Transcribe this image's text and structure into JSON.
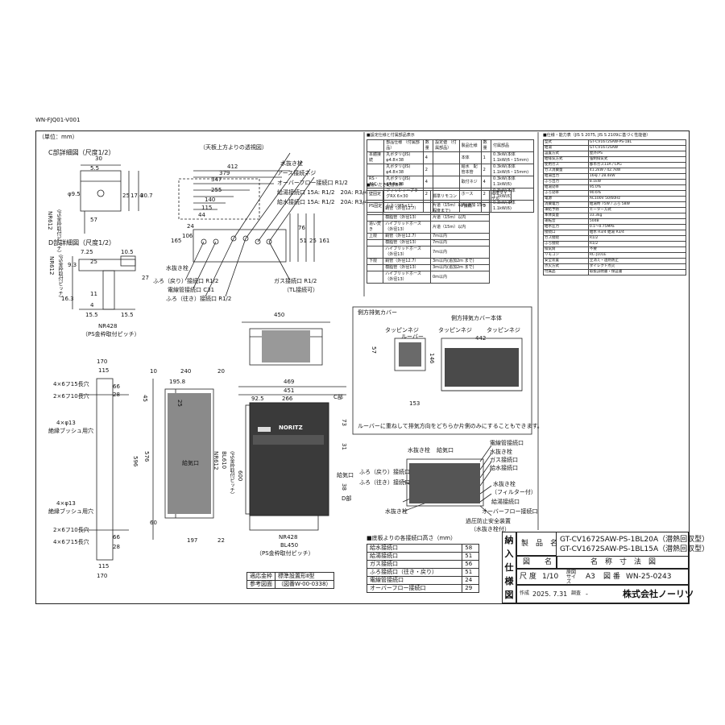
{
  "doc_code": "WN-FJQ01-V001",
  "unit_label": "（単位：mm）",
  "sections": {
    "c_detail": "C部詳細図（尺度1/2）",
    "d_detail": "D部詳細図（尺度1/2）",
    "top_view": "（天板上方よりの透視図）",
    "side_exhaust": "側方排気カバー",
    "side_exhaust_body": "側方排気カバー本体",
    "louver_note": "ルーバーに重ねして排気方向をどちらか片側のみにすることもできます。",
    "connection_heights_title": "■底板よりの各接続口高さ（mm）",
    "spec_title": "■仕様・能力表（JIS S 2075, JIS S 2109に基づく性能値）",
    "std_spec_title": "■設定仕様と付属部品表示",
    "bath_title": "■追いだき配管条件"
  },
  "dims": {
    "c_30": "30",
    "c_55": "5.5",
    "c_phi95": "φ9.5",
    "c_25": "25",
    "c_174": "17.4",
    "c_307": "30.7",
    "c_57": "57",
    "c_nr612": "NR612",
    "c_nr612sub": "（PS金枠取付ピッチ）",
    "d_725": "7.25",
    "d_105": "10.5",
    "d_93": "9.3",
    "d_25": "25",
    "d_27": "27",
    "d_163": "16.3",
    "d_11": "11",
    "d_4": "4",
    "d_155a": "15.5",
    "d_155b": "15.5",
    "d_nr612": "NR612",
    "d_nr612sub": "（PS金枠取付ピッチ）",
    "d_nr428": "NR428",
    "d_nr428sub": "（PS金枠取付ピッチ）",
    "t_412": "412",
    "t_379": "379",
    "t_347": "347",
    "t_255": "255",
    "t_140": "140",
    "t_115": "115",
    "t_44": "44",
    "t_165": "165",
    "t_106": "106",
    "t_24": "24",
    "t_76": "76",
    "t_161": "161",
    "t_51": "51",
    "t_25": "25",
    "f_450": "450",
    "f_469": "469",
    "f_451": "451",
    "f_925": "92.5",
    "f_266": "266",
    "f_73": "73",
    "f_31": "31",
    "f_38": "38",
    "f_600": "600",
    "f_nr612": "NR612",
    "f_bl610": "BL610",
    "f_pitch": "（PS金枠取付ピッチ）",
    "f_nr428": "NR428",
    "f_bl450": "BL450",
    "f_pitch2": "（PS金枠取付ピッチ）",
    "s_10": "10",
    "s_240": "240",
    "s_20": "20",
    "s_1958": "195.8",
    "s_25": "25",
    "s_576": "576",
    "s_60": "60",
    "s_197": "197",
    "s_22": "22",
    "p_170a": "170",
    "p_115": "115",
    "p_66": "66",
    "p_28": "28",
    "p_45": "45",
    "p_596": "596",
    "p_170b": "170",
    "p_115b": "115",
    "p_66b": "66",
    "p_28b": "28",
    "e_442": "442",
    "e_57": "57",
    "e_146": "146",
    "e_153": "153"
  },
  "labels": {
    "water_drain": "水抜き栓",
    "earth": "アース接続ネジ",
    "overflow": "オーバーフロー接続口 R1/2",
    "hot_out": "給湯接続口 15A: R1/2　20A: R3/4",
    "water_in": "給水接続口 15A: R1/2　20A: R3/4",
    "water_drain2": "水抜き栓",
    "bath_ret": "ふろ（戻り）接続口 R1/2",
    "power": "電線管接続口 C31",
    "bath_out": "ふろ（往き）接続口 R1/2",
    "gas": "ガス接続口 R1/2",
    "tl": "（TL接続可）",
    "hole1": "4×6フ15長穴",
    "hole2": "2×6フ10長穴",
    "hole3": "4×φ13",
    "bush1": "絶縁ブッシュ用穴",
    "hole4": "4×φ13",
    "bush2": "絶縁ブッシュ用穴",
    "hole5": "2×6フ10長穴",
    "hole6": "4×6フ15長穴",
    "c_part": "C部",
    "d_part": "D部",
    "air_in": "給気口",
    "brand": "NORITZ",
    "tap_screw1": "タッピンネジ",
    "louver": "ルーバー",
    "tap_screw2": "タッピンネジ",
    "tap_screw3": "タッピンネジ",
    "b_water_drain": "水抜き栓",
    "b_air": "給気口",
    "b_power": "電線管接続口",
    "b_water": "水抜き栓",
    "b_gas": "ガス接続口",
    "b_water_in": "給水接続口",
    "b_bath_ret": "ふろ（戻り）接続口",
    "b_bath_out": "ふろ（往き）接続口",
    "b_drain2": "水抜き栓",
    "b_filter": "（フィルター付）",
    "b_hot": "給湯接続口",
    "b_overflow": "オーバーフロー接続口",
    "b_relief": "過圧防止安全装置",
    "b_relief_sub": "（水抜き栓付）",
    "install_note1": "適応金枠",
    "install_note2": "参考図面",
    "install_val1": "標準設置形Ⅱ型",
    "install_val2": "（図番W-00-0338）"
  },
  "connection_heights": [
    {
      "name": "給水接続口",
      "value": "58"
    },
    {
      "name": "給湯接続口",
      "value": "51"
    },
    {
      "name": "ガス接続口",
      "value": "56"
    },
    {
      "name": "ふろ接続口（往き・戻り）",
      "value": "51"
    },
    {
      "name": "電線管接続口",
      "value": "24"
    },
    {
      "name": "オーバーフロー接続口",
      "value": "29"
    }
  ],
  "title_block": {
    "v_text": [
      "納",
      "入",
      "仕",
      "様",
      "図"
    ],
    "product_label": "製　品　名",
    "product_1": "GT-CV1672SAW-PS-1BL20A（潜熱回収型）",
    "product_2": "GT-CV1672SAW-PS-1BL15A（潜熱回収型）",
    "drawing_label": "図　　名",
    "drawing_name": "名　称　寸　法　図",
    "scale_label": "尺 度",
    "scale": "1/10",
    "orig_label": "原図サイズ",
    "paper": "A3",
    "no_label": "図 番",
    "drawing_no": "WN-25-0243",
    "date_label": "作成",
    "date": "2025. 7.31",
    "check_label": "調査",
    "check": "-",
    "company": "株式会社ノーリツ"
  },
  "std_spec": {
    "headers": [
      "",
      "部品仕様\n（付属部品）",
      "数量",
      "設定値\n（付属部品）",
      "製品仕様",
      "数量",
      "付属部品"
    ],
    "rows": [
      [
        "本體接続",
        "丸ポタリ(JIS) φ4.8×38",
        "4",
        "",
        "本体",
        "1",
        "0.3kW(本体1.1kW(6・15mm)"
      ],
      [
        "",
        "丸ポタリ(JIS) φ4.8×38",
        "2",
        "",
        "給水　配管本管",
        "2",
        "0.3kW(本体1.1kW(6・15mm)"
      ],
      [
        "RS・ALC",
        "丸ポタリ(JIS) φ4.8×38",
        "4",
        "",
        "取付ネジ",
        "4",
        "0.3kW(本体1.1kW(6)"
      ],
      [
        "壁固定",
        "フィッシャープラグRX 6×30",
        "2",
        "",
        "ホース",
        "2",
        "0.3kW(本体1.1kW(6)"
      ],
      [
        "PS固定",
        "小ネジM5×12",
        "",
        "",
        "P接続",
        "3",
        "0.3kW(本体1.1kW(6)"
      ]
    ]
  },
  "bath_pipe": {
    "headers": [
      "",
      "",
      "標準リモコン",
      "温度ダイヤル"
    ],
    "rows": [
      [
        "",
        "銅管（外径12.7）",
        "片道（15m）以内(追加 15m 程度まで)"
      ],
      [
        "",
        "樹脂管（外径13）",
        "片道（15m）以内"
      ],
      [
        "追い焚き",
        "ハイブリッドホース（外径13）",
        "片道（15m）以内"
      ],
      [
        "上限",
        "銅管（外径12.7）",
        "7m以内"
      ],
      [
        "",
        "樹脂管（外径13）",
        "7m以内"
      ],
      [
        "",
        "ハイブリッドホース（外径13）",
        "7m以内"
      ],
      [
        "下限",
        "銅管（外径12.7）",
        "3m以内(追加2m まで)"
      ],
      [
        "",
        "樹脂管（外径13）",
        "3m以内(追加2m まで)"
      ],
      [
        "",
        "ハイブリッドホース（外径13）",
        "0m以内"
      ]
    ]
  },
  "spec_rows": [
    [
      "型式",
      "GT-CV1672SAW-PS-1BL"
    ],
    [
      "給湯",
      "GT-CV1672SAW"
    ],
    [
      "設置方式",
      "屋外/PS"
    ],
    [
      "給排気方式",
      "強制排気式"
    ],
    [
      "使用ガス",
      "都市ガス13A / LPG"
    ],
    [
      "ガス消費量",
      "41.2kW / 42.7kW"
    ],
    [
      "給湯出力",
      "16号 / 28.4kW"
    ],
    [
      "ふろ出力",
      "8.1kW"
    ],
    [
      "給湯効率",
      "95.0%"
    ],
    [
      "ふろ効率",
      "90.6%"
    ],
    [
      "電源",
      "AC100V 50/60Hz"
    ],
    [
      "消費電力",
      "給湯時 75W / ふろ 58W"
    ],
    [
      "凍結予防",
      "ヒーター方式"
    ],
    [
      "本体質量",
      "33.3kg"
    ],
    [
      "運転音",
      "50dB"
    ],
    [
      "給水圧力",
      "0.1〜0.75MPa"
    ],
    [
      "接続口",
      "給水 R3/4 給湯 R3/4"
    ],
    [
      "ガス接続",
      "R1/2"
    ],
    [
      "ふろ接続",
      "R1/2"
    ],
    [
      "排気筒",
      "不要"
    ],
    [
      "リモコン",
      "RC-J101E"
    ],
    [
      "安全装置",
      "立消え・過熱防止"
    ],
    [
      "点火方式",
      "ダイレクト点火"
    ],
    [
      "付属品",
      "取扱説明書・保証書"
    ]
  ]
}
